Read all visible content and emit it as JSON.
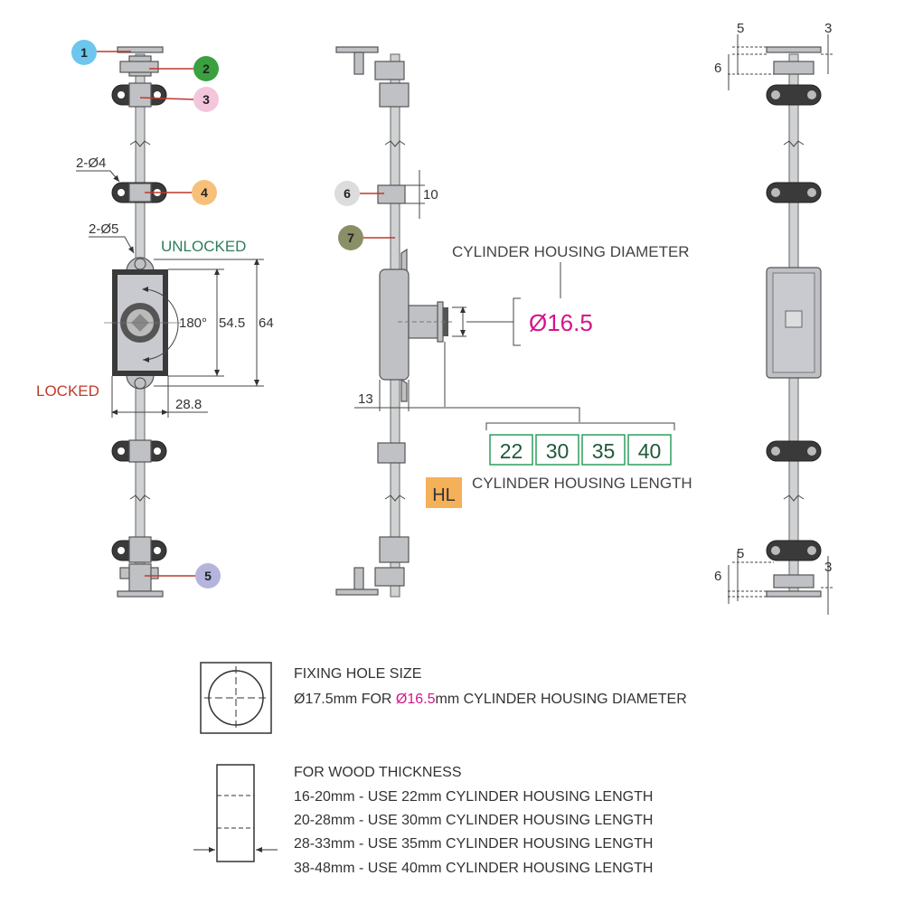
{
  "callouts": {
    "b1": "1",
    "b2": "2",
    "b3": "3",
    "b4": "4",
    "b5": "5",
    "b6": "6",
    "b7": "7",
    "colors": {
      "b1": "#6cc6ee",
      "b2": "#3aa040",
      "b3": "#f4c6dc",
      "b4": "#f7c07a",
      "b5": "#b4b4dc",
      "b6": "#dcdcdc",
      "b7": "#8a8f66"
    }
  },
  "front_view": {
    "hole_4": "2-Ø4",
    "hole_5": "2-Ø5",
    "unlocked": "UNLOCKED",
    "locked": "LOCKED",
    "angle": "180°",
    "dim_inner": "54.5",
    "dim_outer": "64",
    "dim_width": "28.8"
  },
  "side_view": {
    "dim_keeper": "10",
    "dim_offset": "13",
    "diameter_title": "CYLINDER HOUSING DIAMETER",
    "diameter_value": "Ø16.5",
    "lengths": [
      "22",
      "30",
      "35",
      "40"
    ],
    "length_title": "CYLINDER HOUSING LENGTH",
    "hl_badge": "HL"
  },
  "rear_view": {
    "top_5": "5",
    "top_3": "3",
    "top_6": "6",
    "bot_5": "5",
    "bot_3": "3",
    "bot_6": "6"
  },
  "notes": {
    "fixing_title": "FIXING HOLE SIZE",
    "fixing_prefix": "Ø17.5mm FOR ",
    "fixing_highlight": "Ø16.5",
    "fixing_suffix": "mm CYLINDER HOUSING DIAMETER",
    "wood_title": "FOR WOOD THICKNESS",
    "wood_rows": [
      "16-20mm - USE 22mm CYLINDER HOUSING LENGTH",
      "20-28mm - USE 30mm CYLINDER HOUSING LENGTH",
      "28-33mm - USE 35mm CYLINDER HOUSING LENGTH",
      "38-48mm - USE 40mm CYLINDER HOUSING LENGTH"
    ]
  },
  "colors": {
    "unlocked": "#2e7d5b",
    "locked": "#c0392b",
    "magenta": "#d4148c",
    "green_box": "#2e9e5e",
    "hl": "#f5b05a"
  }
}
